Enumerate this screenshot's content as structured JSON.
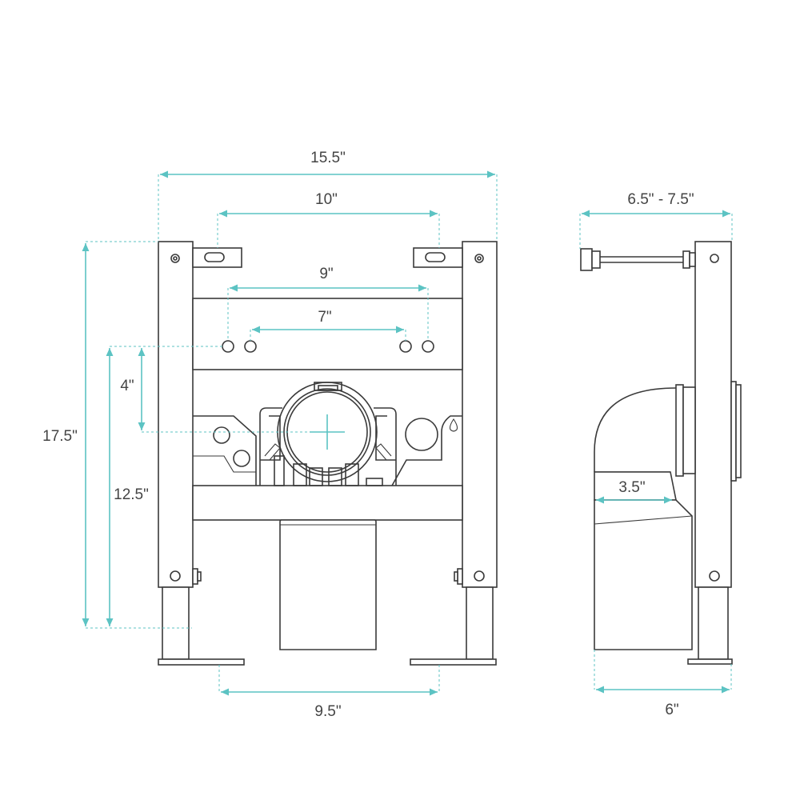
{
  "colors": {
    "dimension": "#5cc3c3",
    "line": "#3a3a3a",
    "text": "#444444",
    "background": "#ffffff"
  },
  "front_view": {
    "dimensions": {
      "overall_width": "15.5\"",
      "mounting_slots_spacing": "10\"",
      "outer_stud_holes_spacing": "9\"",
      "inner_stud_holes_spacing": "7\"",
      "holes_to_outlet_height": "4\"",
      "overall_height": "17.5\"",
      "outlet_center_height": "12.5\"",
      "feet_spacing": "9.5\""
    }
  },
  "side_view": {
    "dimensions": {
      "wall_depth_range": "6.5\" - 7.5\"",
      "elbow_width": "3.5\"",
      "base_depth": "6\""
    }
  }
}
